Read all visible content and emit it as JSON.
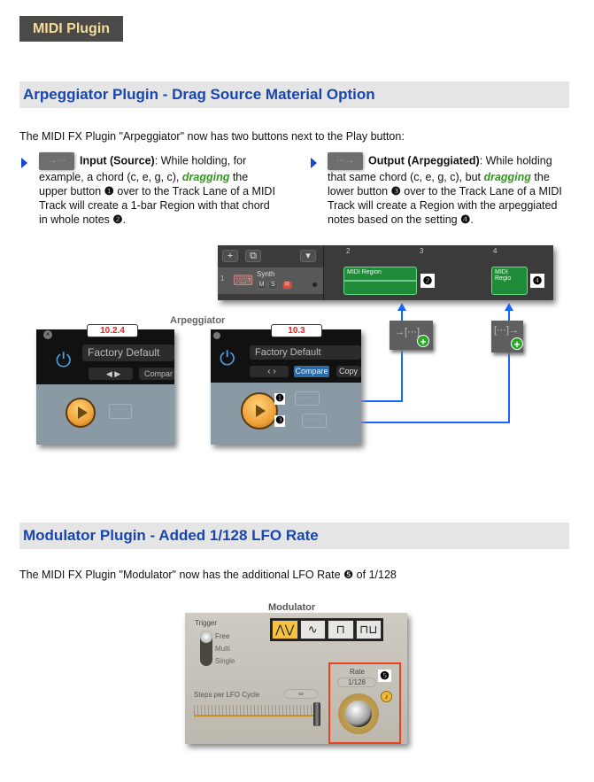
{
  "banner": "MIDI Plugin",
  "section1": {
    "title": "Arpeggiator Plugin - Drag Source Material Option",
    "intro": "The MIDI FX Plugin \"Arpeggiator\" now has two buttons next to the Play button:",
    "bullets": [
      {
        "label": "Input (Source)",
        "pre": ": While holding, for example, a chord (c, e, g, c), ",
        "em": "dragging",
        "post1": " the upper button ",
        "n1": "❶",
        "post2": " over to the Track Lane of a MIDI Track will create a 1-bar Region with that chord in whole notes ",
        "n2": "❷",
        "end": "."
      },
      {
        "label": "Output (Arpeggiated)",
        "pre": ": While holding that same chord (c, e, g, c), but ",
        "em": "dragging",
        "post1": " the lower button ",
        "n1": "❸",
        "post2": " over to the Track Lane of a MIDI Track will create a Region with the arpeggiated notes based on the setting ",
        "n2": "❹",
        "end": "."
      }
    ],
    "daw": {
      "ruler": [
        "2",
        "3",
        "4"
      ],
      "track_num": "1",
      "track_name": "Synth",
      "mute": "M",
      "solo": "S",
      "rec": "R",
      "region1": "MIDI Region",
      "region2": "MIDI Regio",
      "callouts": [
        "❷",
        "❹"
      ],
      "plus_btn": "+"
    },
    "figure_caption": "Arpeggiator",
    "old": {
      "version": "10.2.4",
      "preset": "Factory Default",
      "compare": "Compar"
    },
    "new": {
      "version": "10.3",
      "preset": "Factory Default",
      "compare": "Compare",
      "copy": "Copy",
      "callouts": [
        "❶",
        "❸"
      ]
    }
  },
  "section2": {
    "title": "Modulator Plugin - Added 1/128 LFO Rate",
    "intro": "The MIDI FX Plugin \"Modulator\" now has the additional LFO Rate ❺ of 1/128",
    "caption": "Modulator",
    "trigger": "Trigger",
    "trigger_opts": [
      "Free",
      "Multi",
      "Single"
    ],
    "steps_label": "Steps per LFO Cycle",
    "steps_value": "∞",
    "rate_label": "Rate",
    "rate_value": "1/128",
    "callout": "❺",
    "colors": {
      "highlight": "#e8431c",
      "active_wave": "#f5c242"
    }
  }
}
